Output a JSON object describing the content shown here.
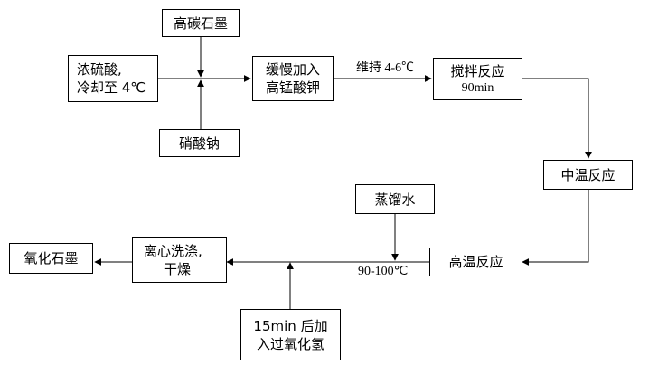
{
  "nodes": {
    "high_carbon_graphite": "高碳石墨",
    "conc_sulfuric_acid": {
      "line1": "浓硫酸,",
      "line2": "冷却至 4℃"
    },
    "sodium_nitrate": "硝酸钠",
    "slowly_add_kmno4": {
      "line1": "缓慢加入",
      "line2": "高锰酸钾"
    },
    "stirring_reaction": {
      "line1": "搅拌反应",
      "line2": "90min"
    },
    "medium_temp_reaction": "中温反应",
    "distilled_water": "蒸馏水",
    "high_temp_reaction": "高温反应",
    "centrifuge_wash_dry": {
      "line1": "离心洗涤,",
      "line2": "干燥"
    },
    "graphite_oxide": "氧化石墨",
    "add_h2o2": {
      "line1": "15min 后加",
      "line2": "入过氧化氢"
    }
  },
  "labels": {
    "maintain_temp": "维持 4-6℃",
    "temp_90_100": "90-100℃"
  }
}
